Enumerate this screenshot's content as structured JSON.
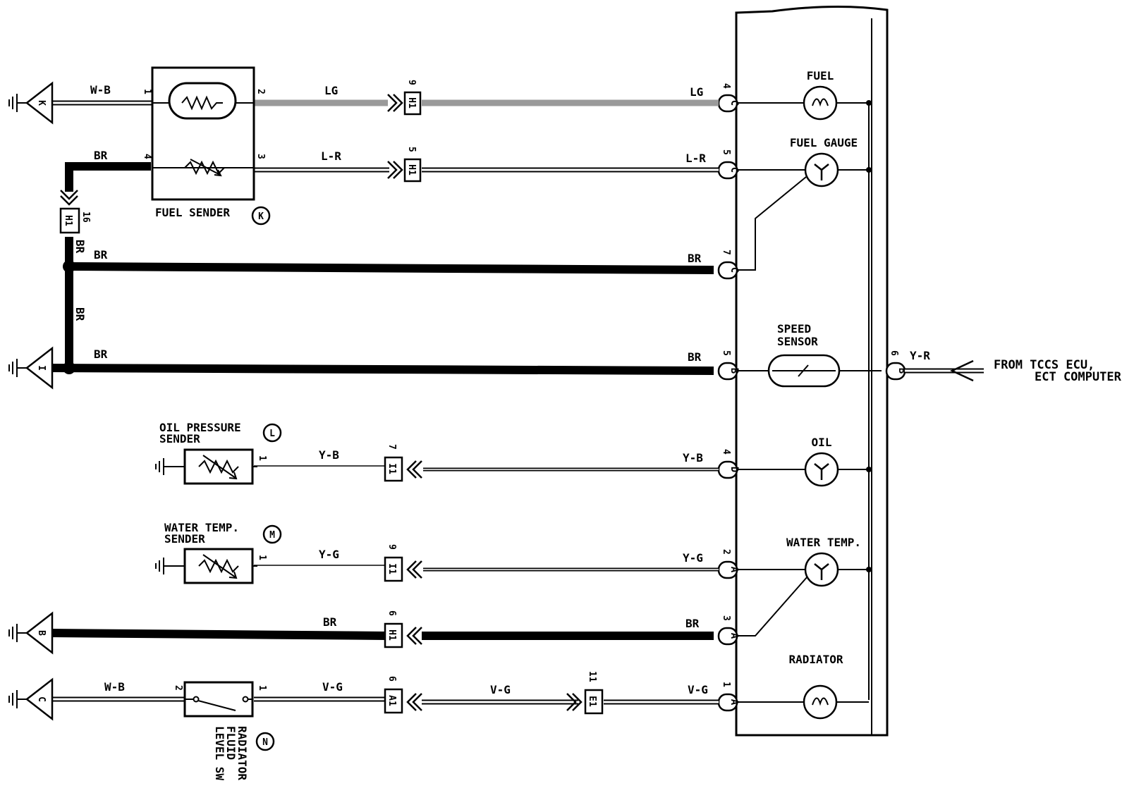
{
  "cluster": {
    "fuel": "FUEL",
    "fuel_gauge": "FUEL GAUGE",
    "speed_sensor_1": "SPEED",
    "speed_sensor_2": "SENSOR",
    "oil": "OIL",
    "water_temp": "WATER TEMP.",
    "radiator": "RADIATOR"
  },
  "components": {
    "fuel_sender": "FUEL SENDER",
    "fuel_sender_id": "K",
    "oil_sender_1": "OIL PRESSURE",
    "oil_sender_2": "SENDER",
    "oil_sender_id": "L",
    "water_sender_1": "WATER TEMP.",
    "water_sender_2": "SENDER",
    "water_sender_id": "M",
    "rad_sw_1": "RADIATOR",
    "rad_sw_2": "FLUID",
    "rad_sw_3": "LEVEL SW",
    "rad_sw_id": "N"
  },
  "grounds": {
    "g1": "K",
    "g2": "I",
    "g3": "B",
    "g4": "C"
  },
  "wires": {
    "w_b": "W-B",
    "lg": "LG",
    "l_r": "L-R",
    "br": "BR",
    "y_b": "Y-B",
    "y_g": "Y-G",
    "v_g": "V-G",
    "y_r": "Y-R"
  },
  "connectors": {
    "h1": "H1",
    "i1": "I1",
    "a1": "A1",
    "e1": "E1",
    "c": "C",
    "b": "B",
    "d": "D",
    "a": "A"
  },
  "pins": {
    "p1": "1",
    "p2": "2",
    "p3": "3",
    "p4": "4",
    "p5": "5",
    "p6": "6",
    "p7": "7",
    "p9": "9",
    "p11": "11",
    "p16": "16",
    "p4c": "4",
    "p5c": "5",
    "p7c": "7",
    "p5b": "5",
    "p6b": "6",
    "p4d": "4",
    "p2a": "2",
    "p3a": "3",
    "p1a": "1"
  },
  "external": {
    "line1": "FROM TCCS ECU,",
    "line2": "ECT COMPUTER"
  }
}
